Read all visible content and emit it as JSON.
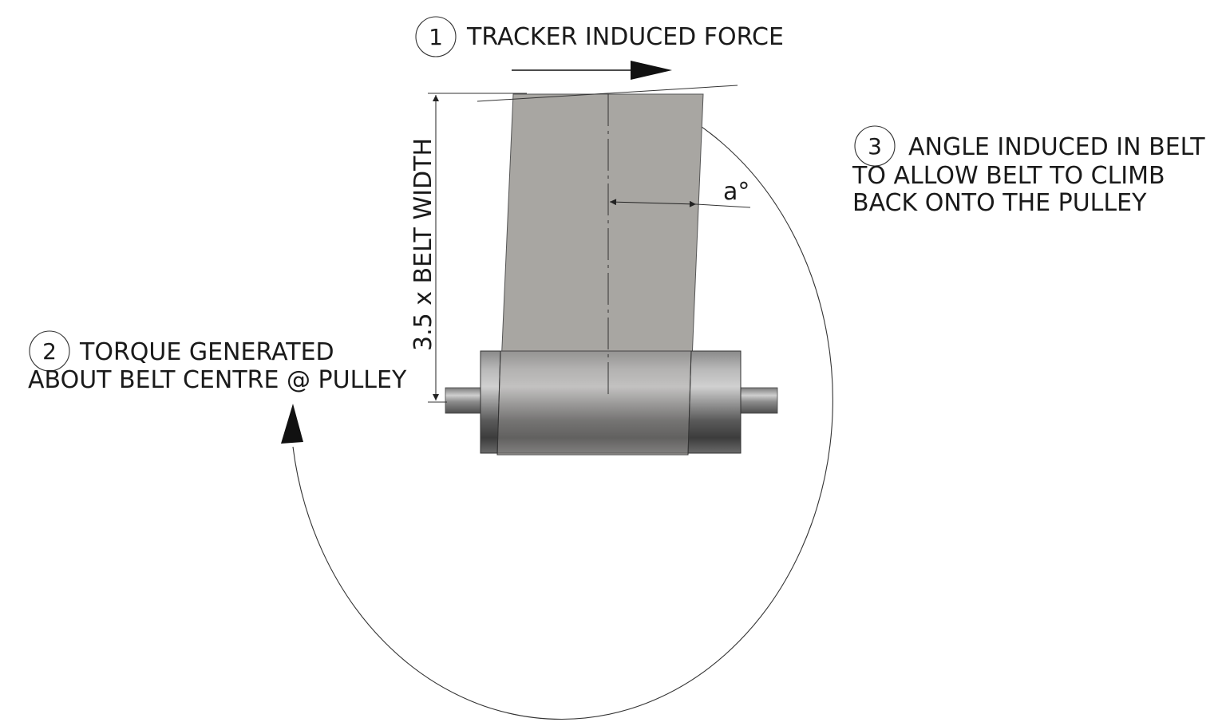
{
  "callouts": [
    {
      "number": "1",
      "lines": [
        "TRACKER INDUCED FORCE"
      ]
    },
    {
      "number": "2",
      "lines": [
        "TORQUE GENERATED",
        "ABOUT BELT CENTRE @ PULLEY"
      ]
    },
    {
      "number": "3",
      "lines": [
        "ANGLE INDUCED IN BELT",
        "TO ALLOW BELT TO CLIMB",
        "BACK ONTO THE PULLEY"
      ]
    }
  ],
  "dimension_label": "3.5 x BELT WIDTH",
  "angle_label": "a°",
  "colors": {
    "belt": "#a8a6a2",
    "pulley_dark": "#4a4a4a",
    "pulley_light": "#c8c8c8",
    "line": "#333333"
  }
}
